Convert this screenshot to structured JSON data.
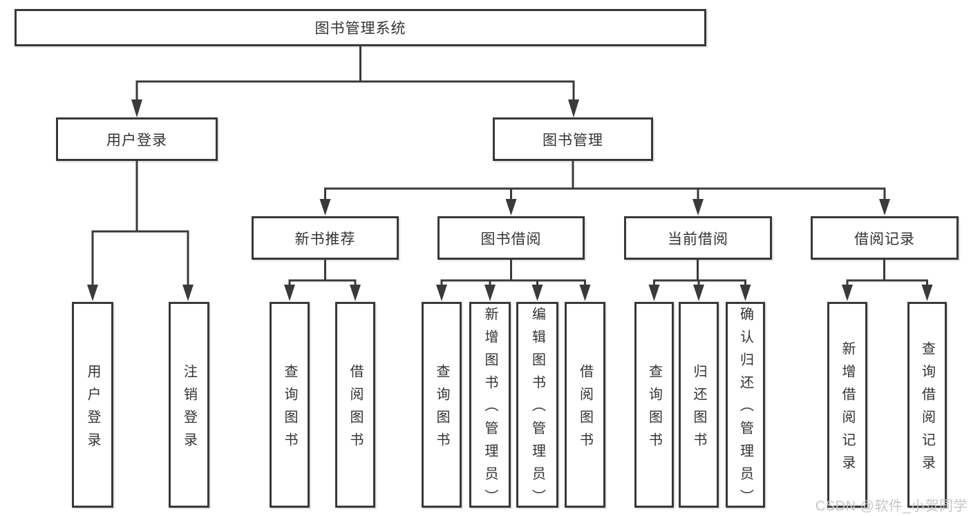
{
  "diagram": {
    "type": "tree",
    "colors": {
      "line": "#3a3a3a",
      "border": "#383838",
      "text": "#333333",
      "box_fill": "#ffffff",
      "background": "#ffffff",
      "watermark_text_color": "#c6c6c6"
    },
    "tree": {
      "label": "图书管理系统",
      "children": [
        {
          "label": "用户登录",
          "children": [
            {
              "label": "用户登录"
            },
            {
              "label": "注销登录"
            }
          ]
        },
        {
          "label": "图书管理",
          "children": [
            {
              "label": "新书推荐",
              "children": [
                {
                  "label": "查询图书"
                },
                {
                  "label": "借阅图书"
                }
              ]
            },
            {
              "label": "图书借阅",
              "children": [
                {
                  "label": "查询图书"
                },
                {
                  "label": "新增图书（管理员）"
                },
                {
                  "label": "编辑图书（管理员）"
                },
                {
                  "label": "借阅图书"
                }
              ]
            },
            {
              "label": "当前借阅",
              "children": [
                {
                  "label": "查询图书"
                },
                {
                  "label": "归还图书"
                },
                {
                  "label": "确认归还（管理员）"
                }
              ]
            },
            {
              "label": "借阅记录",
              "children": [
                {
                  "label": "新增借阅记录"
                },
                {
                  "label": "查询借阅记录"
                }
              ]
            }
          ]
        }
      ]
    }
  },
  "watermark": {
    "text": "CSDN @软件_小贺同学"
  }
}
